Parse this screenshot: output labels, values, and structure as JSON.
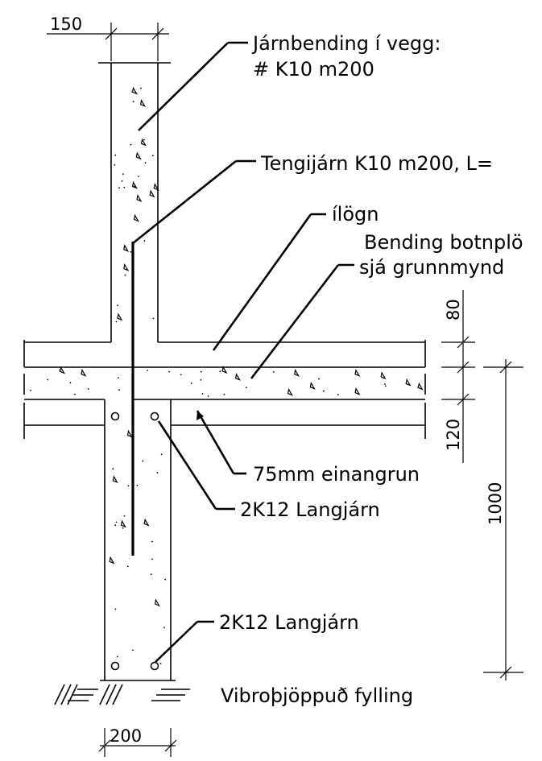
{
  "labels": {
    "wall_reinforcement_line1": "Járnbending í vegg:",
    "wall_reinforcement_line2": "# K10 m200",
    "tie_bars": "Tengijárn K10 m200, L=",
    "subfloor_fill": "ílögn",
    "slab_reinforcement_line1": "Bending botnplö",
    "slab_reinforcement_line2": "sjá grunnmynd",
    "insulation": "75mm einangrun",
    "upper_longitudinal_bars": "2K12 Langjárn",
    "lower_longitudinal_bars": "2K12 Langjárn",
    "compacted_fill": "Vibroþjöppuð fylling"
  },
  "dimensions": {
    "wall_thickness": "150",
    "footing_width": "200",
    "fill_thickness": "80",
    "insulation_thickness": "120",
    "footing_depth": "1000"
  }
}
